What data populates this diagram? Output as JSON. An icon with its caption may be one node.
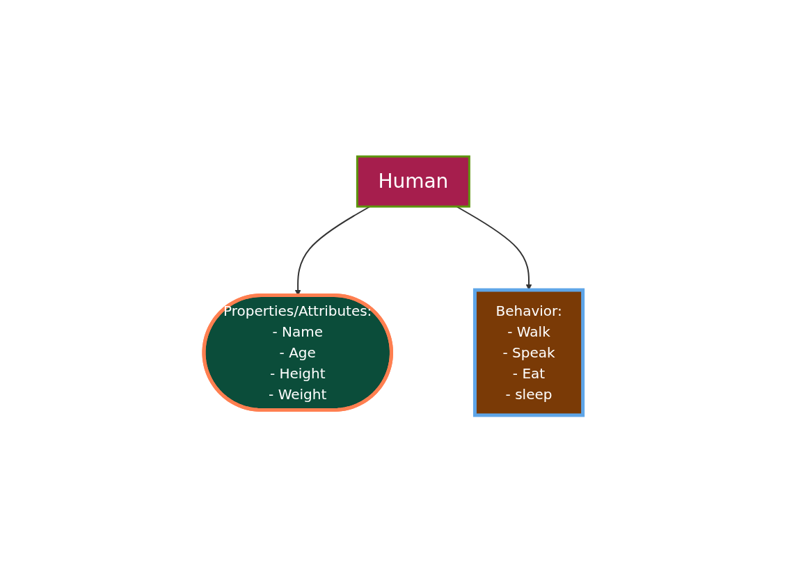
{
  "diagram": {
    "nodes": [
      {
        "text": [
          "Human"
        ]
      },
      {
        "text": [
          "Properties/Attributes:",
          "- Name",
          "- Age",
          "- Height",
          "- Weight"
        ]
      },
      {
        "text": [
          "Behavior:",
          "- Walk",
          "- Speak",
          "- Eat",
          "- sleep"
        ]
      }
    ],
    "edges": [
      {
        "from": 0,
        "to": 1,
        "arrow": "to"
      },
      {
        "from": 0,
        "to": 2,
        "arrow": "to"
      }
    ]
  }
}
